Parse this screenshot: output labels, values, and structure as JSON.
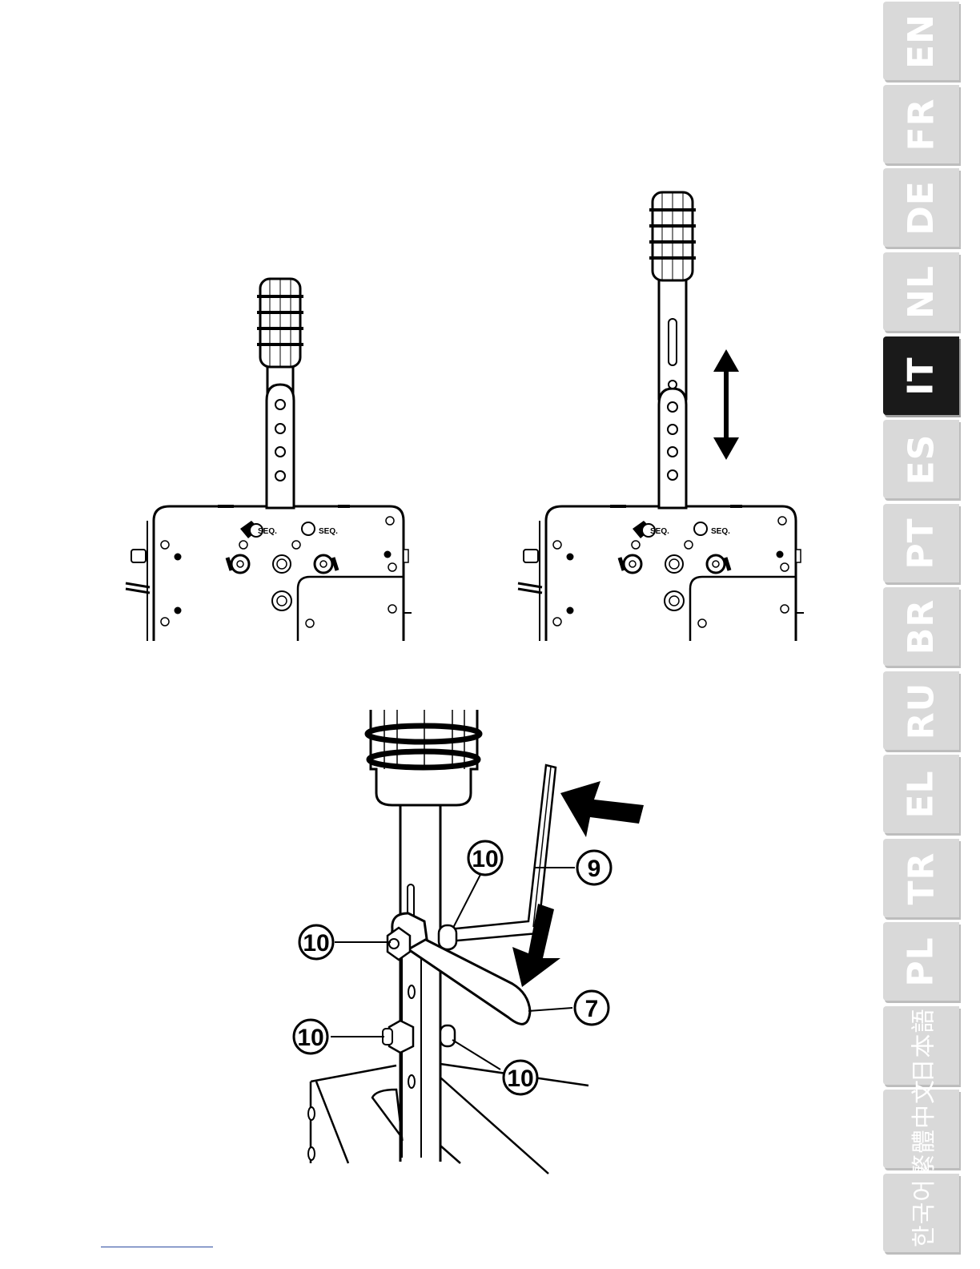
{
  "language_tabs": [
    {
      "label": "EN",
      "active": false
    },
    {
      "label": "FR",
      "active": false
    },
    {
      "label": "DE",
      "active": false
    },
    {
      "label": "NL",
      "active": false
    },
    {
      "label": "IT",
      "active": true
    },
    {
      "label": "ES",
      "active": false
    },
    {
      "label": "PT",
      "active": false
    },
    {
      "label": "BR",
      "active": false
    },
    {
      "label": "RU",
      "active": false
    },
    {
      "label": "EL",
      "active": false
    },
    {
      "label": "TR",
      "active": false
    },
    {
      "label": "PL",
      "active": false
    },
    {
      "label": "日本語",
      "active": false
    },
    {
      "label": "繁體中文",
      "active": false
    },
    {
      "label": "한국어",
      "active": false
    }
  ],
  "diagrams": {
    "handbrake_left": {
      "port_label_1": "SEQ.",
      "port_label_2": "SEQ."
    },
    "handbrake_right": {
      "port_label_1": "SEQ.",
      "port_label_2": "SEQ."
    },
    "callouts": {
      "allen_key": "9",
      "wrench": "7",
      "nut_top_right": "10",
      "nut_top_left": "10",
      "nut_bottom_left": "10",
      "nut_bottom_right": "10"
    }
  },
  "colors": {
    "tab_inactive": "#d9d9d9",
    "tab_active": "#1a1a1a",
    "ink": "#000000"
  }
}
